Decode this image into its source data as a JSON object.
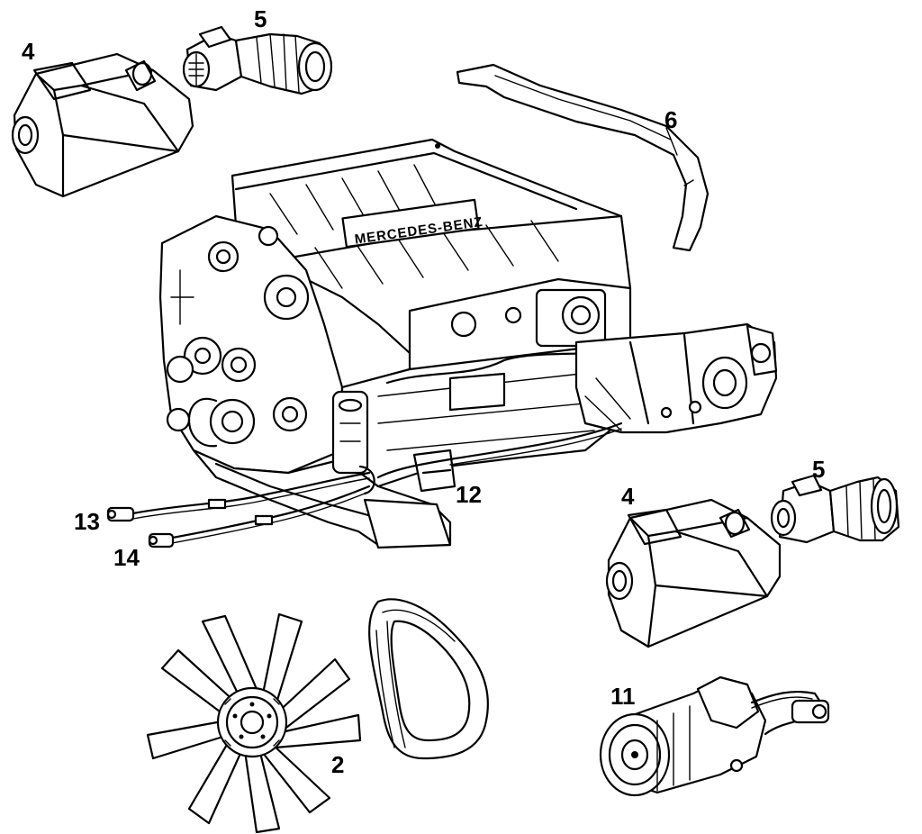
{
  "callouts": {
    "c4_top": "4",
    "c5_top": "5",
    "c6": "6",
    "c12": "12",
    "c13": "13",
    "c14": "14",
    "c4_right": "4",
    "c5_right": "5",
    "c11": "11",
    "c2": "2"
  },
  "engine_plate_text": "MERCEDES-BENZ",
  "colors": {
    "ink": "#000000",
    "paper": "#ffffff"
  }
}
